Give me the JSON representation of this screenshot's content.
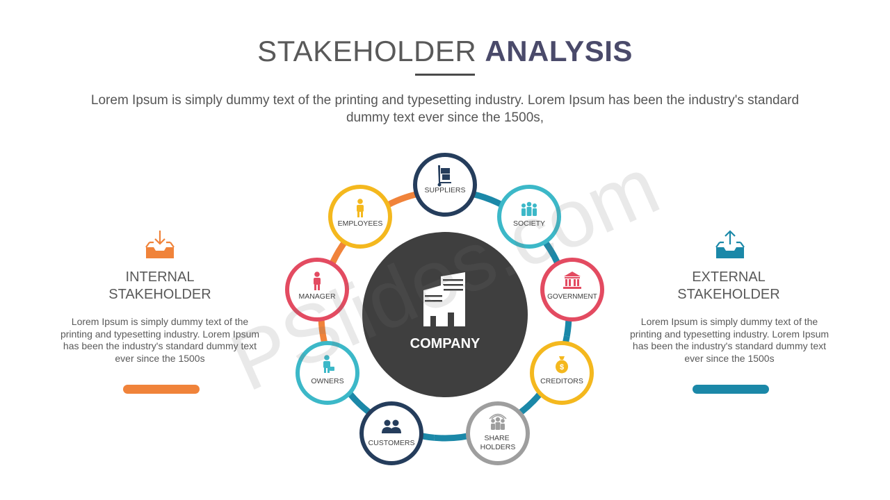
{
  "title": {
    "light": "STAKEHOLDER",
    "bold": "ANALYSIS"
  },
  "subtitle": "Lorem Ipsum is simply dummy text of the printing and typesetting industry. Lorem Ipsum has been the industry's standard dummy text ever since the 1500s,",
  "internal": {
    "heading_line1": "INTERNAL",
    "heading_line2": "STAKEHOLDER",
    "text": "Lorem Ipsum is simply dummy text of the printing and typesetting industry. Lorem Ipsum has been the industry's standard dummy text ever since the 1500s",
    "color": "#f0833a",
    "icon": "inbox-download-icon"
  },
  "external": {
    "heading_line1": "EXTERNAL",
    "heading_line2": "STAKEHOLDER",
    "text": "Lorem Ipsum is simply dummy text of the printing and typesetting industry. Lorem Ipsum has been the industry's standard dummy text ever since the 1500s",
    "color": "#1b88a8",
    "icon": "inbox-upload-icon"
  },
  "center": {
    "label": "COMPANY",
    "color": "#3f3f3f",
    "icon": "buildings-icon"
  },
  "nodes": [
    {
      "label": "SUPPLIERS",
      "color": "#253d5c",
      "icon": "hand-truck-icon"
    },
    {
      "label": "SOCIETY",
      "color": "#3cb8c8",
      "icon": "group-icon"
    },
    {
      "label": "GOVERNMENT",
      "color": "#e34b61",
      "icon": "government-building-icon"
    },
    {
      "label": "CREDITORS",
      "color": "#f4b81e",
      "icon": "money-bag-icon"
    },
    {
      "label": "SHARE HOLDERS",
      "color": "#9e9e9e",
      "icon": "shareholders-icon"
    },
    {
      "label": "CUSTOMERS",
      "color": "#253d5c",
      "icon": "customers-icon"
    },
    {
      "label": "OWNERS",
      "color": "#3cb8c8",
      "icon": "owner-icon"
    },
    {
      "label": "MANAGER",
      "color": "#e34b61",
      "icon": "manager-icon"
    },
    {
      "label": "EMPLOYEES",
      "color": "#f4b81e",
      "icon": "employee-icon"
    }
  ],
  "watermark": "PSlides.com"
}
